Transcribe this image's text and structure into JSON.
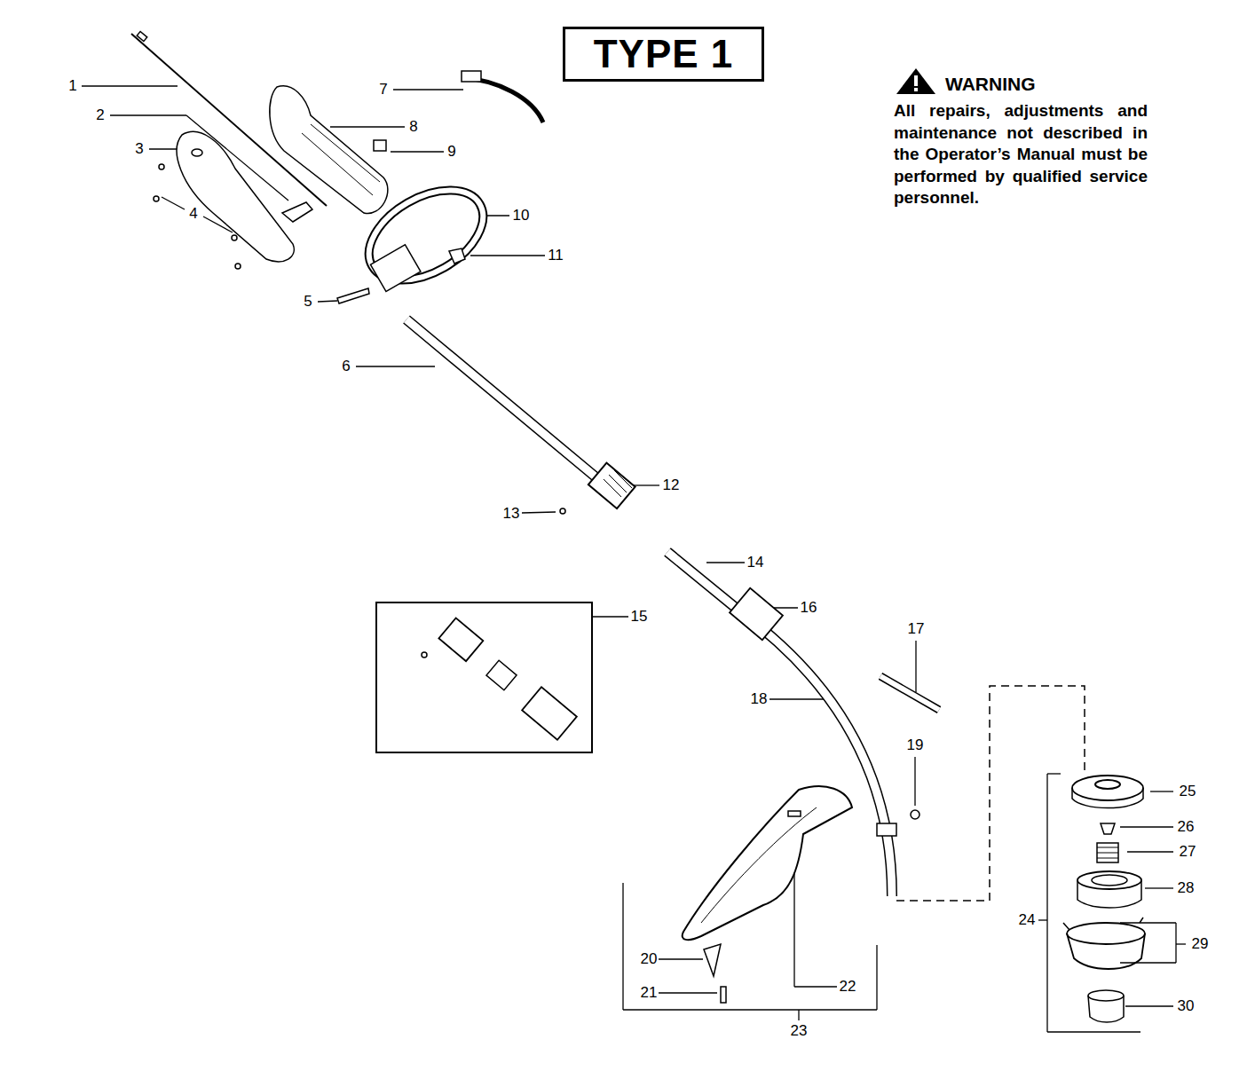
{
  "diagram": {
    "nodes": [
      {
        "text": [
          "TYPE 1"
        ]
      }
    ],
    "labels": [
      "WARNING",
      "All repairs, adjustments and maintenance not described in the Operator’s Manual must be performed by qualified service personnel.",
      "1",
      "2",
      "3",
      "4",
      "5",
      "6",
      "7",
      "8",
      "9",
      "10",
      "11",
      "12",
      "13",
      "14",
      "15",
      "16",
      "17",
      "18",
      "19",
      "20",
      "21",
      "22",
      "23",
      "24",
      "25",
      "26",
      "27",
      "28",
      "29",
      "30"
    ]
  }
}
